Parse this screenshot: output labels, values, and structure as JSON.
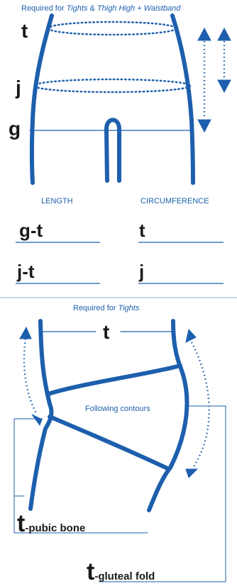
{
  "top_section": {
    "note_prefix": "Required for ",
    "note_italic_1": "Tights",
    "note_mid": " & ",
    "note_italic_2": "Thigh High + Waistband",
    "level_t": "t",
    "level_j": "j",
    "level_g": "g",
    "col_length": "LENGTH",
    "col_circumference": "CIRCUMFERENCE",
    "field_g_t": "g-t",
    "field_t": "t",
    "field_j_t": "j-t",
    "field_j": "j"
  },
  "bottom_section": {
    "note_prefix": "Required for ",
    "note_italic": "Tights",
    "t_label": "t",
    "contours_note": "Following contours",
    "pubic_t": "t",
    "pubic_label": "-pubic bone",
    "gluteal_t": "t",
    "gluteal_label": "-gluteal fold"
  },
  "colors": {
    "primary_blue": "#1d5fad",
    "divider": "#b7c9e2",
    "text_dark": "#1a1a1a"
  }
}
